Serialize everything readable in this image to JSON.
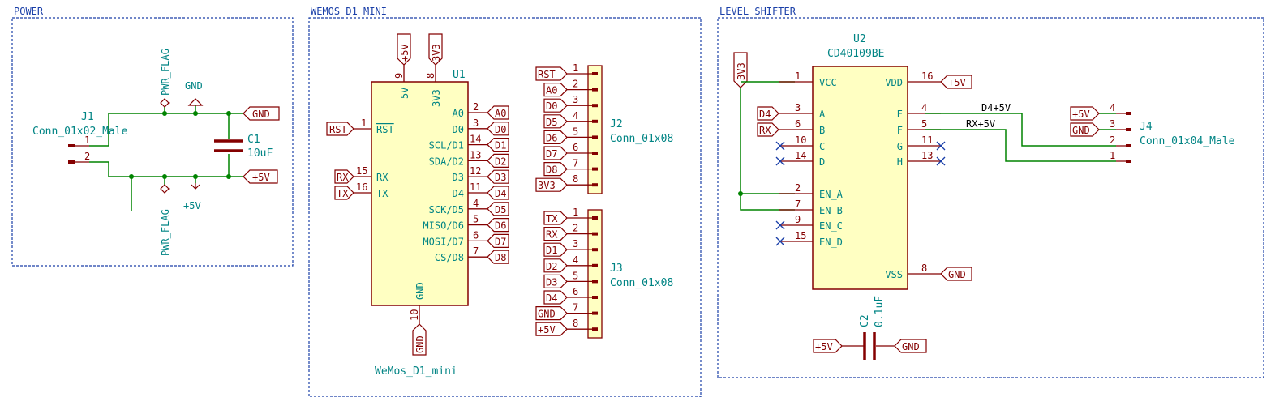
{
  "sheets": {
    "power": "POWER",
    "wemos": "WEMOS D1 MINI",
    "level": "LEVEL SHIFTER"
  },
  "power": {
    "j1_ref": "J1",
    "j1_value": "Conn_01x02_Male",
    "j1_pins": [
      "1",
      "2"
    ],
    "pwr_flag_top": "PWR_FLAG",
    "pwr_flag_bottom": "PWR_FLAG",
    "gnd_symbol": "GND",
    "plus5v_symbol": "+5V",
    "c1_ref": "C1",
    "c1_value": "10uF",
    "label_gnd": "GND",
    "label_5v": "+5V"
  },
  "wemos": {
    "u1_ref": "U1",
    "u1_value": "WeMos_D1_mini",
    "top_pin_5v_num": "9",
    "top_pin_3v3_num": "8",
    "top_label_5v": "+5V",
    "top_label_3v3": "3V3",
    "inner_5v": "5V",
    "inner_3v3": "3V3",
    "inner_gnd": "GND",
    "bottom_pin_num": "10",
    "bottom_label": "GND",
    "left_pins": [
      {
        "label": "RST",
        "num": "1",
        "name": "RST"
      },
      {
        "label": "RX",
        "num": "15",
        "name": "RX"
      },
      {
        "label": "TX",
        "num": "16",
        "name": "TX"
      }
    ],
    "right_pins": [
      {
        "name": "A0",
        "num": "2",
        "label": "A0"
      },
      {
        "name": "D0",
        "num": "3",
        "label": "D0"
      },
      {
        "name": "SCL/D1",
        "num": "14",
        "label": "D1"
      },
      {
        "name": "SDA/D2",
        "num": "13",
        "label": "D2"
      },
      {
        "name": "D3",
        "num": "12",
        "label": "D3"
      },
      {
        "name": "D4",
        "num": "11",
        "label": "D4"
      },
      {
        "name": "SCK/D5",
        "num": "4",
        "label": "D5"
      },
      {
        "name": "MISO/D6",
        "num": "5",
        "label": "D6"
      },
      {
        "name": "MOSI/D7",
        "num": "6",
        "label": "D7"
      },
      {
        "name": "CS/D8",
        "num": "7",
        "label": "D8"
      }
    ],
    "j2_ref": "J2",
    "j2_value": "Conn_01x08",
    "j2_labels": [
      "RST",
      "A0",
      "D0",
      "D5",
      "D6",
      "D7",
      "D8",
      "3V3"
    ],
    "j3_ref": "J3",
    "j3_value": "Conn_01x08",
    "j3_labels": [
      "TX",
      "RX",
      "D1",
      "D2",
      "D3",
      "D4",
      "GND",
      "+5V"
    ],
    "conn_pin_nums": [
      "1",
      "2",
      "3",
      "4",
      "5",
      "6",
      "7",
      "8"
    ]
  },
  "level": {
    "u2_ref": "U2",
    "u2_value": "CD40109BE",
    "label_3v3": "3V3",
    "left_pins": [
      {
        "num": "1",
        "name": "VCC",
        "label": ""
      },
      {
        "num": "3",
        "name": "A",
        "label": "D4"
      },
      {
        "num": "6",
        "name": "B",
        "label": "RX"
      },
      {
        "num": "10",
        "name": "C",
        "label": ""
      },
      {
        "num": "14",
        "name": "D",
        "label": ""
      },
      {
        "num": "2",
        "name": "EN_A",
        "label": ""
      },
      {
        "num": "7",
        "name": "EN_B",
        "label": ""
      },
      {
        "num": "9",
        "name": "EN_C",
        "label": ""
      },
      {
        "num": "15",
        "name": "EN_D",
        "label": ""
      }
    ],
    "right_pins": [
      {
        "num": "16",
        "name": "VDD",
        "label": "+5V"
      },
      {
        "num": "4",
        "name": "E",
        "label": ""
      },
      {
        "num": "5",
        "name": "F",
        "label": ""
      },
      {
        "num": "11",
        "name": "G",
        "label": ""
      },
      {
        "num": "13",
        "name": "H",
        "label": ""
      },
      {
        "num": "8",
        "name": "VSS",
        "label": "GND"
      }
    ],
    "net_d4_5v": "D4+5V",
    "net_rx_5v": "RX+5V",
    "j4_ref": "J4",
    "j4_value": "Conn_01x04_Male",
    "j4_labels": [
      "+5V",
      "GND"
    ],
    "j4_pins": [
      "4",
      "3",
      "2",
      "1"
    ],
    "c2_ref": "C2",
    "c2_value": "0.1uF",
    "c2_left": "+5V",
    "c2_right": "GND"
  },
  "colors": {
    "sheet_border": "#1a3fa8",
    "component_outline": "#840000",
    "component_fill": "#ffffc2",
    "wire": "#008400",
    "text_teal": "#008484",
    "noconnect": "#1a3fa8"
  }
}
